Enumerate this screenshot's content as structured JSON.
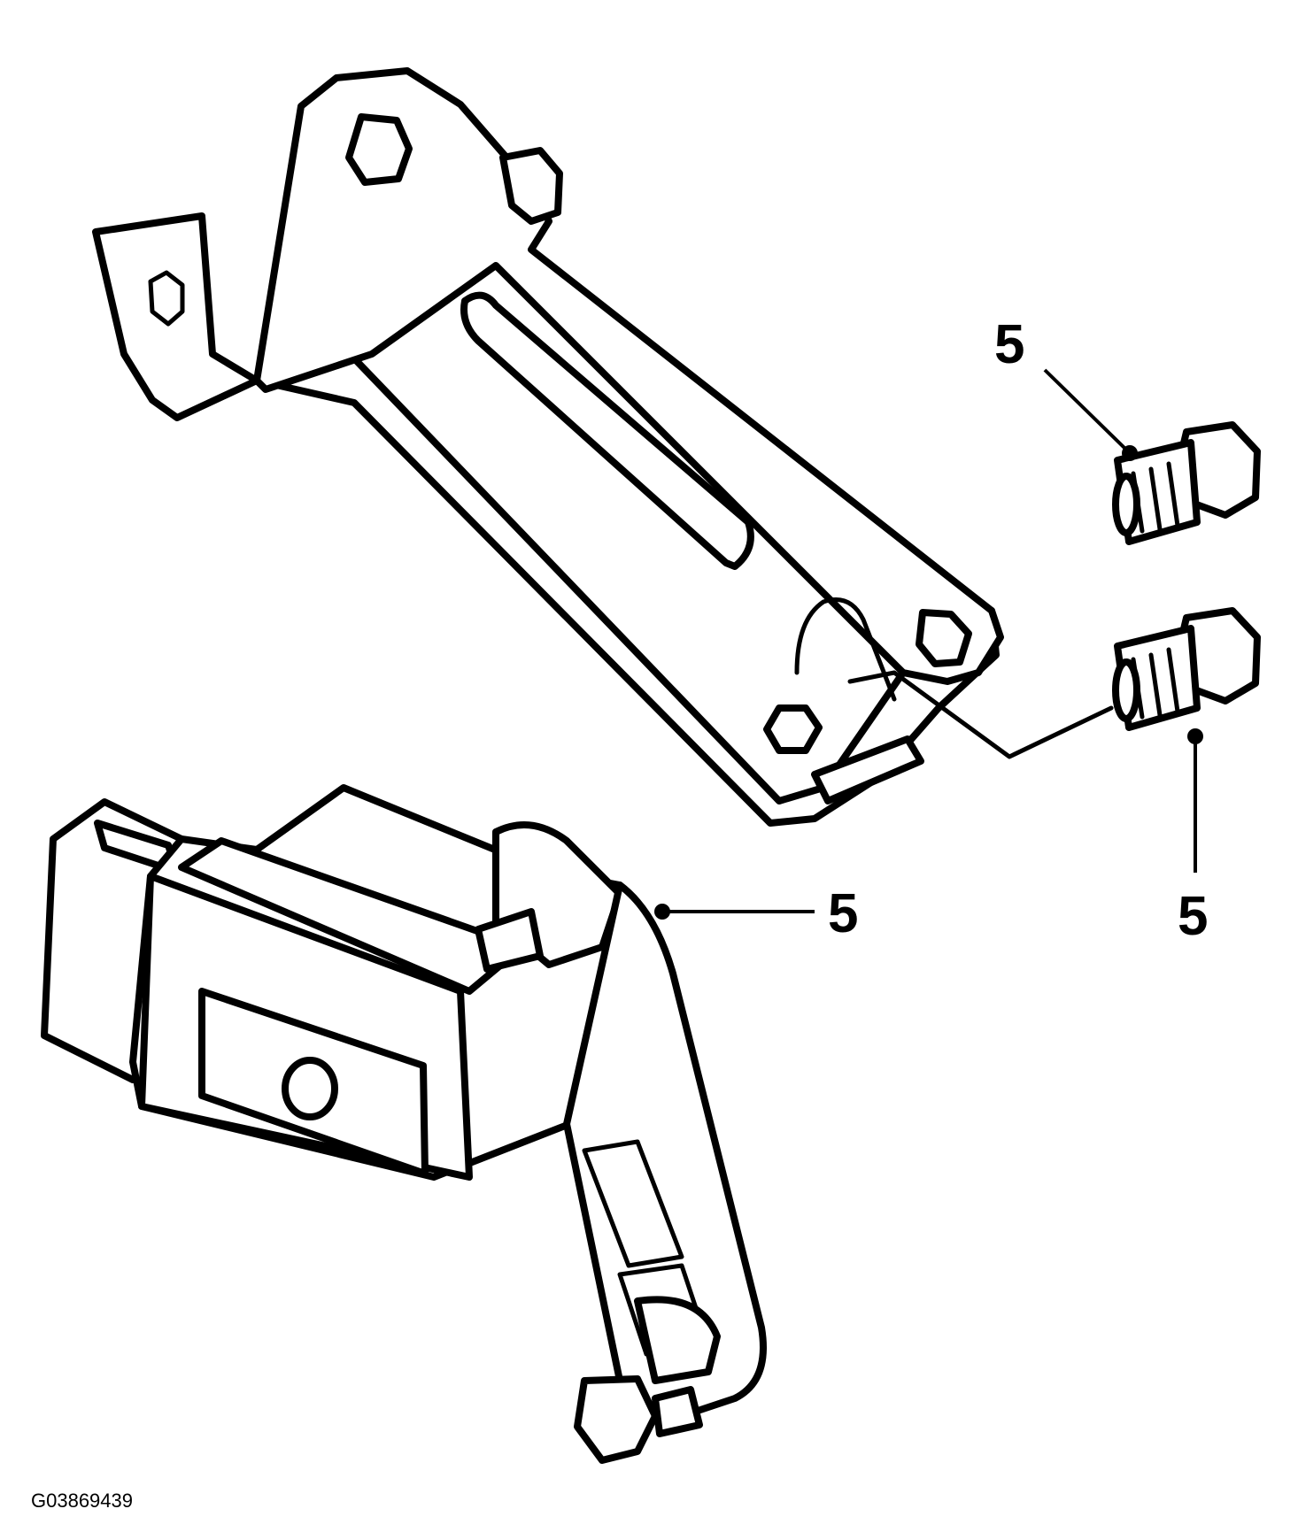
{
  "callouts": [
    {
      "id": "bracket-bolt-upper",
      "label": "5"
    },
    {
      "id": "bracket-bolt-lower",
      "label": "5"
    },
    {
      "id": "sensor",
      "label": "5"
    }
  ],
  "figure_code": "G03869439",
  "colors": {
    "line": "#000000",
    "background": "#ffffff"
  }
}
